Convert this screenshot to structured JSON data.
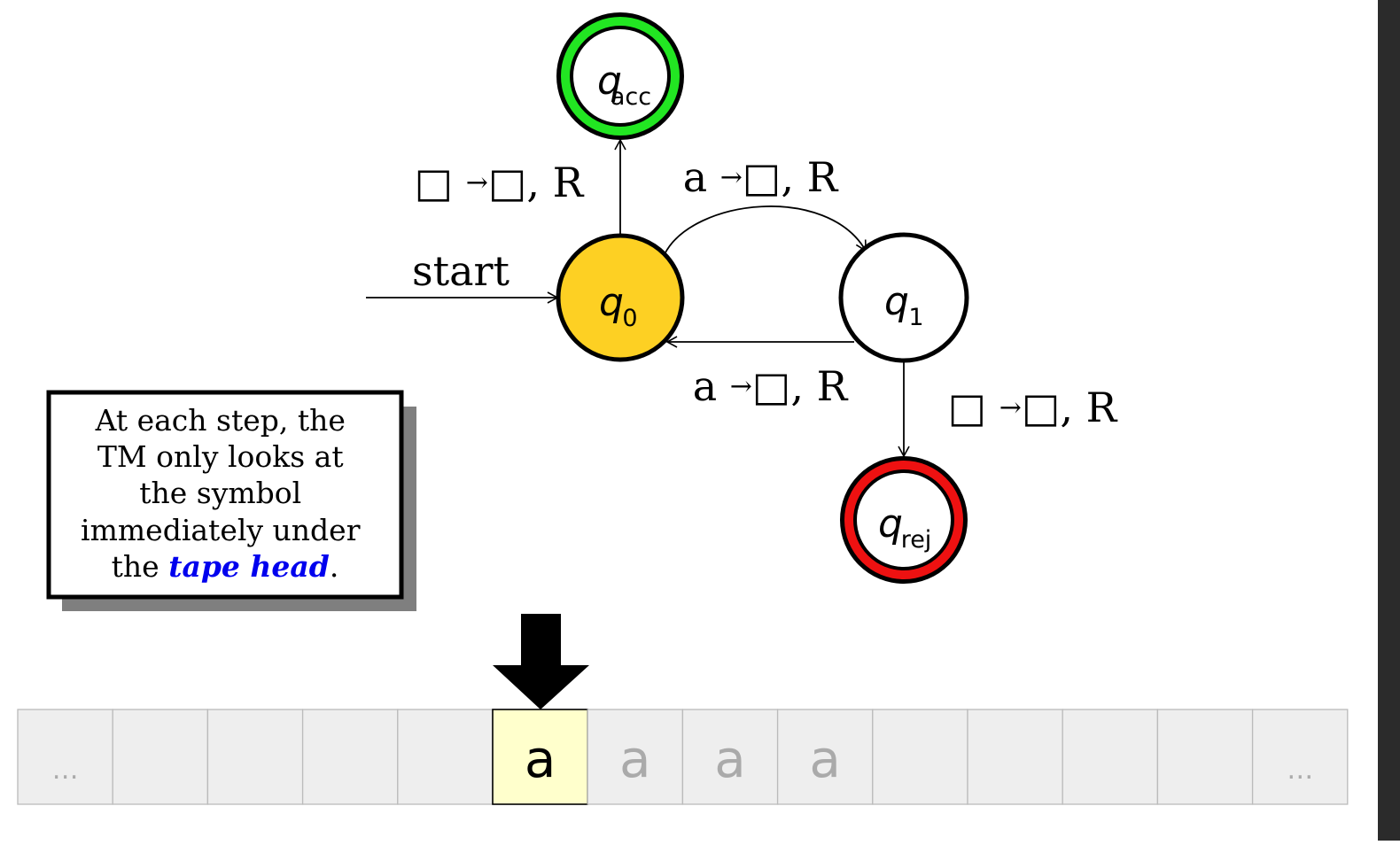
{
  "states": [
    {
      "id": "q_acc",
      "base": "q",
      "sub": "acc",
      "fill": "#ffffff",
      "ring": "#22e622"
    },
    {
      "id": "q_0",
      "base": "q",
      "sub": "0",
      "fill": "#fdd023"
    },
    {
      "id": "q_1",
      "base": "q",
      "sub": "1",
      "fill": "#ffffff"
    },
    {
      "id": "q_rej",
      "base": "q",
      "sub": "rej",
      "fill": "#ffffff",
      "ring": "#ee1111"
    }
  ],
  "start_label": "start",
  "transitions": {
    "q0_to_qacc": {
      "read": "□",
      "arrow": "→",
      "write": "□",
      "move": ", R"
    },
    "q0_to_q1": {
      "read": "a",
      "arrow": "→",
      "write": "□",
      "move": ", R"
    },
    "q1_to_q0": {
      "read": "a",
      "arrow": "→",
      "write": "□",
      "move": ", R"
    },
    "q1_to_qrej": {
      "read": "□",
      "arrow": "→",
      "write": "□",
      "move": ", R"
    }
  },
  "callout": {
    "lines": [
      "At each step, the",
      "TM only looks at",
      "the symbol",
      "immediately under"
    ],
    "last_prefix": "the ",
    "emphasis": "tape head",
    "last_suffix": ".",
    "emphasis_color": "#0000ee"
  },
  "tape": {
    "cells": [
      "…",
      "",
      "",
      "",
      "",
      "a",
      "a",
      "a",
      "a",
      "",
      "",
      "",
      "",
      "…"
    ],
    "head_index": 5,
    "head_fill": "#ffffcc",
    "cell_fill": "#eeeeee",
    "active_text_color": "#000000",
    "inactive_text_color": "#aaaaaa"
  }
}
